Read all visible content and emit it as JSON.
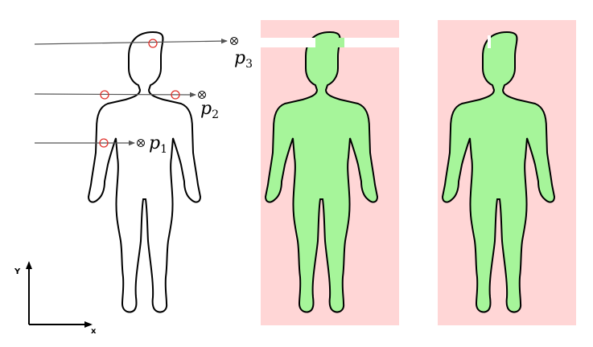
{
  "colors": {
    "outline": "#000000",
    "ray": "#555555",
    "intersection": "#e0302a",
    "inside_fill": "#a6f59a",
    "outside_fill": "#ffd6d6",
    "gap": "#ffffff"
  },
  "points": [
    {
      "name": "p",
      "sub": "1"
    },
    {
      "name": "p",
      "sub": "2"
    },
    {
      "name": "p",
      "sub": "3"
    }
  ],
  "axes": {
    "x_label": "x",
    "y_label": "Y"
  }
}
